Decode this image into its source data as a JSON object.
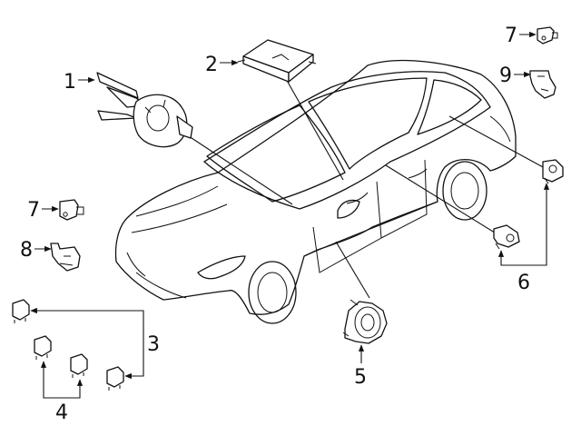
{
  "callouts": {
    "c1": "1",
    "c2": "2",
    "c3": "3",
    "c4": "4",
    "c5": "5",
    "c6": "6",
    "c7a": "7",
    "c7b": "7",
    "c8": "8",
    "c9": "9"
  },
  "colors": {
    "line": "#111111",
    "background": "#ffffff"
  }
}
